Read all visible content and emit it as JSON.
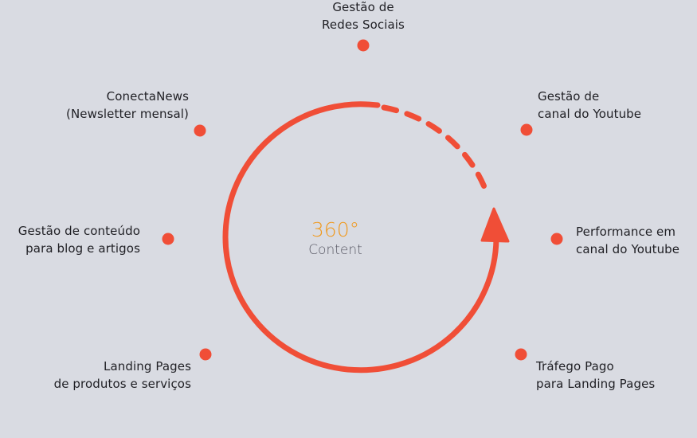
{
  "colors": {
    "background": "#d9dbe2",
    "accent": "#f04e37",
    "center_title": "#f0991e",
    "text": "#1f1f24"
  },
  "center": {
    "title": "360°",
    "subtitle": "Content"
  },
  "nodes": [
    {
      "id": "redes-sociais",
      "lines": [
        "Gestão de",
        "Redes Sociais"
      ]
    },
    {
      "id": "canal-youtube",
      "lines": [
        "Gestão de",
        "canal do Youtube"
      ]
    },
    {
      "id": "performance-youtube",
      "lines": [
        "Performance em",
        "canal do Youtube"
      ]
    },
    {
      "id": "trafego-pago",
      "lines": [
        "Tráfego Pago",
        "para Landing Pages"
      ]
    },
    {
      "id": "landing-pages",
      "lines": [
        "Landing Pages",
        "de produtos e serviços"
      ]
    },
    {
      "id": "conteudo-blog",
      "lines": [
        "Gestão de conteúdo",
        "para blog e artigos"
      ]
    },
    {
      "id": "conectanews",
      "lines": [
        "ConectaNews",
        "(Newsletter mensal)"
      ]
    }
  ]
}
